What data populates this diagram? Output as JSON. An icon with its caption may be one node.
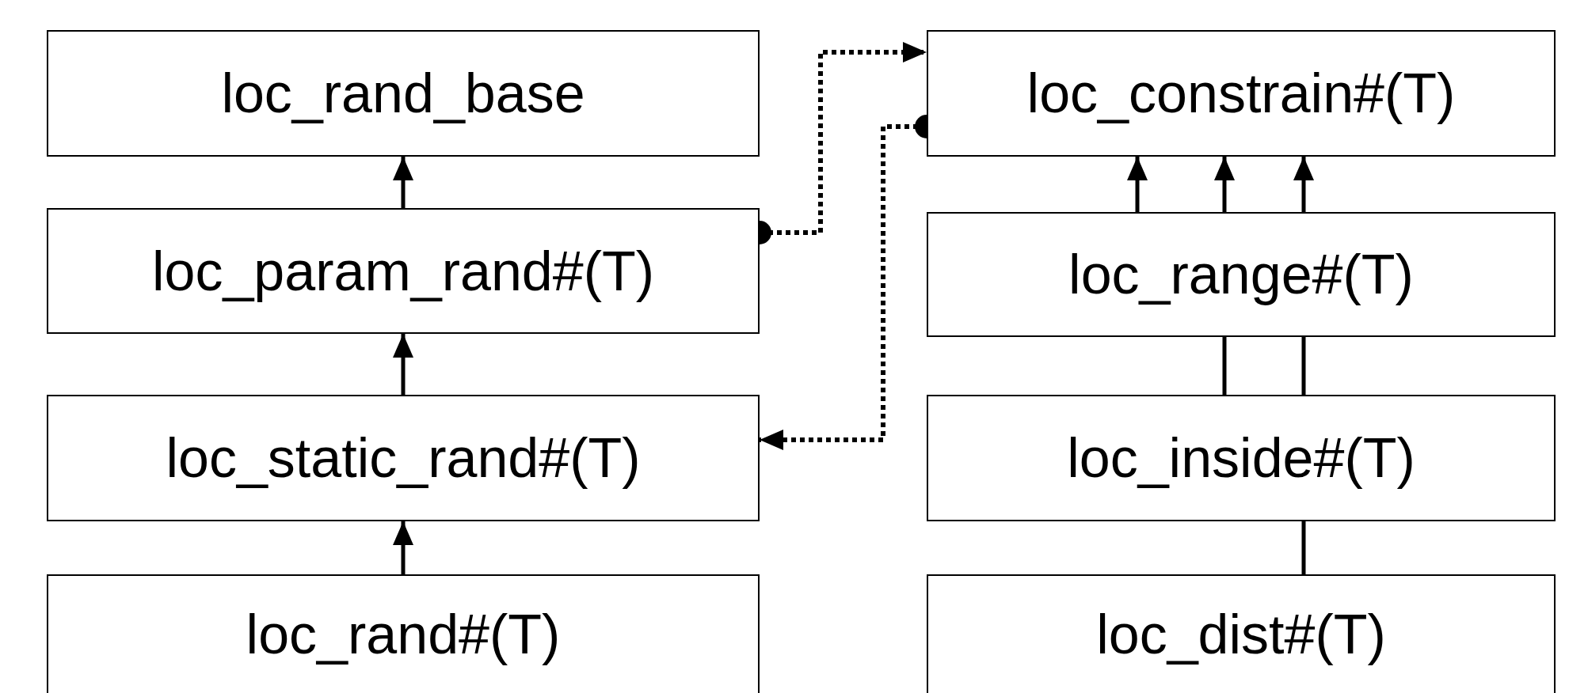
{
  "diagram": {
    "nodes": [
      {
        "text": [
          "loc_rand_base"
        ]
      },
      {
        "text": [
          "loc_param_rand#(T)"
        ]
      },
      {
        "text": [
          "loc_static_rand#(T)"
        ]
      },
      {
        "text": [
          "loc_rand#(T)"
        ]
      },
      {
        "text": [
          "loc_constrain#(T)"
        ]
      },
      {
        "text": [
          "loc_range#(T)"
        ]
      },
      {
        "text": [
          "loc_inside#(T)"
        ]
      },
      {
        "text": [
          "loc_dist#(T)"
        ]
      }
    ],
    "edges": [
      {
        "from": 1,
        "to": 0,
        "arrow": "to"
      },
      {
        "from": 2,
        "to": 1,
        "arrow": "to"
      },
      {
        "from": 3,
        "to": 2,
        "arrow": "to"
      },
      {
        "from": 1,
        "to": 4,
        "arrow": "to",
        "style": "dashed"
      },
      {
        "from": 4,
        "to": 2,
        "arrow": "to",
        "style": "dashed"
      },
      {
        "from": 5,
        "to": 4,
        "arrow": "to"
      },
      {
        "from": 5,
        "to": 4,
        "arrow": "to"
      },
      {
        "from": 5,
        "to": 4,
        "arrow": "to"
      },
      {
        "from": 6,
        "to": 5,
        "arrow": "none"
      },
      {
        "from": 6,
        "to": 5,
        "arrow": "none"
      },
      {
        "from": 7,
        "to": 6,
        "arrow": "none"
      }
    ]
  }
}
